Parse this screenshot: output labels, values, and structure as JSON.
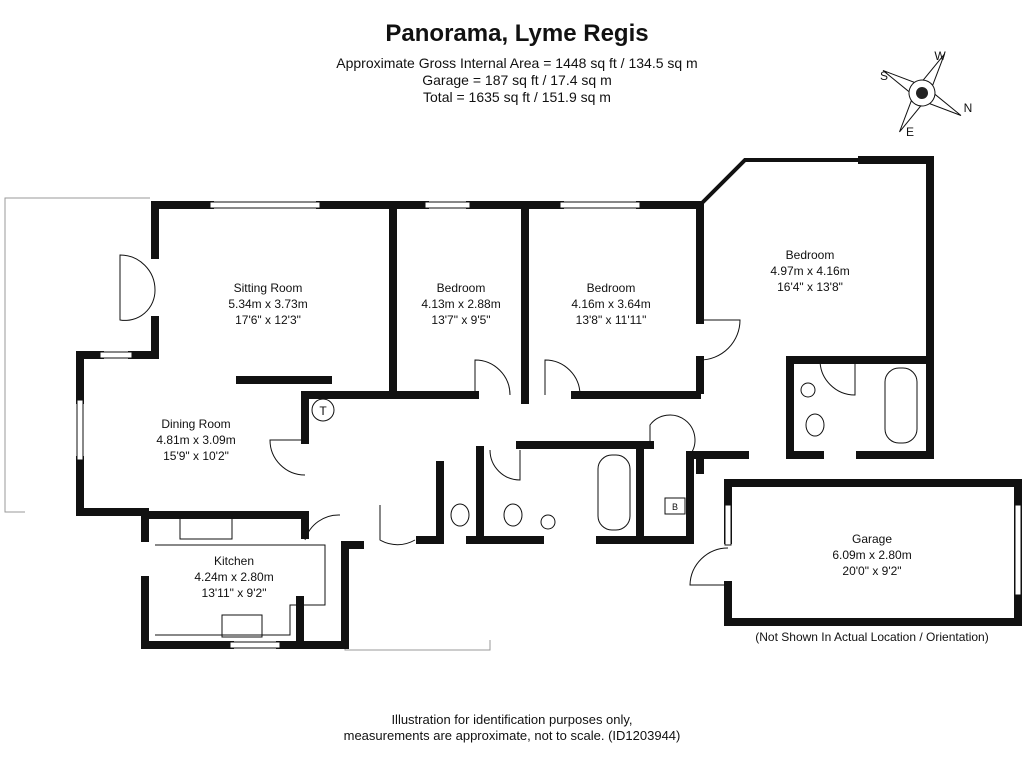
{
  "header": {
    "title": "Panorama, Lyme Regis",
    "gross_area": "Approximate Gross Internal Area = 1448 sq ft / 134.5 sq m",
    "garage_area": "Garage = 187 sq ft / 17.4 sq m",
    "total_area": "Total = 1635 sq ft / 151.9 sq m"
  },
  "compass": {
    "n": "N",
    "s": "S",
    "e": "E",
    "w": "W"
  },
  "rooms": {
    "sitting": {
      "name": "Sitting Room",
      "metric": "5.34m x 3.73m",
      "imperial": "17'6\" x 12'3\""
    },
    "bedroom1": {
      "name": "Bedroom",
      "metric": "4.13m x 2.88m",
      "imperial": "13'7\" x 9'5\""
    },
    "bedroom2": {
      "name": "Bedroom",
      "metric": "4.16m x 3.64m",
      "imperial": "13'8\" x 11'11\""
    },
    "bedroom3": {
      "name": "Bedroom",
      "metric": "4.97m x 4.16m",
      "imperial": "16'4\" x 13'8\""
    },
    "dining": {
      "name": "Dining Room",
      "metric": "4.81m x 3.09m",
      "imperial": "15'9\" x 10'2\""
    },
    "kitchen": {
      "name": "Kitchen",
      "metric": "4.24m x 2.80m",
      "imperial": "13'11\" x 9'2\""
    },
    "garage": {
      "name": "Garage",
      "metric": "6.09m x 2.80m",
      "imperial": "20'0\" x 9'2\""
    }
  },
  "symbols": {
    "tank": "T",
    "boiler": "B"
  },
  "garage_note": "(Not Shown In Actual Location / Orientation)",
  "footer": {
    "line1": "Illustration for identification purposes only,",
    "line2": "measurements are approximate, not to scale. (ID1203944)"
  }
}
